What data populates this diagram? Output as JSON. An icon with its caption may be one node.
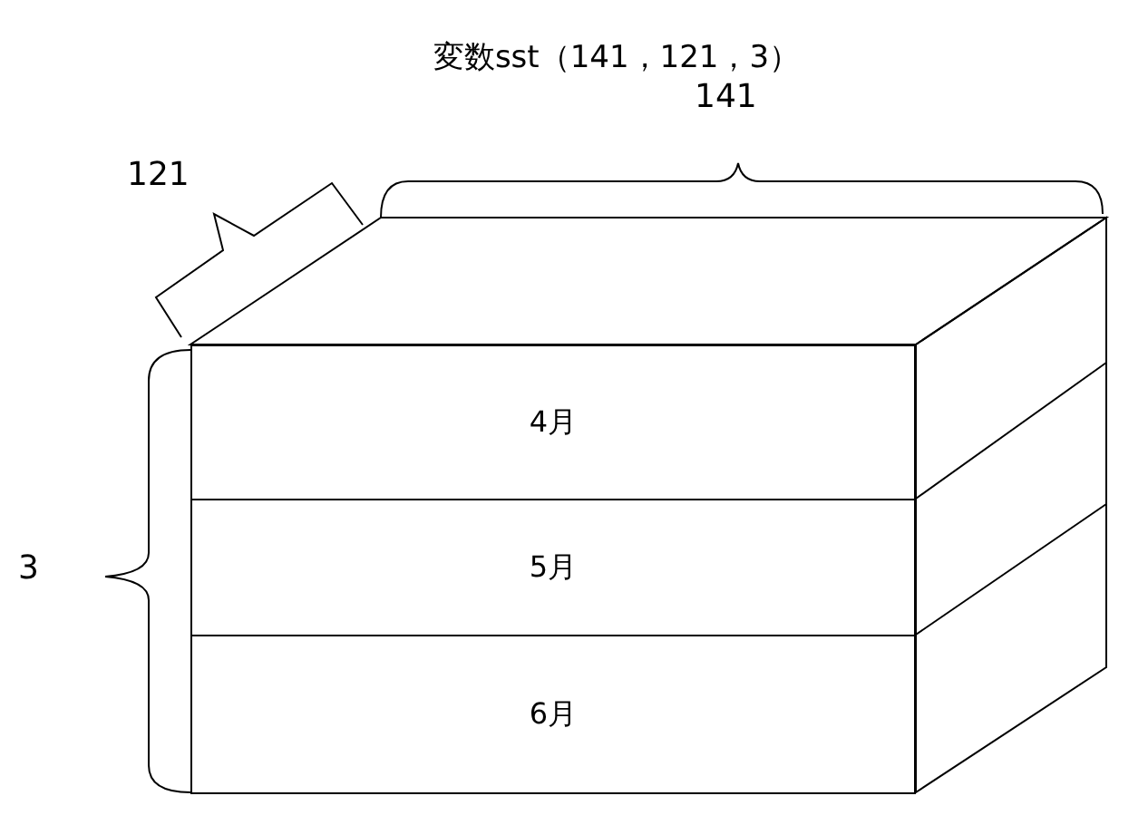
{
  "diagram": {
    "title": "変数sst（141，121，3）",
    "nodes": [
      {
        "text": [
          "4月"
        ]
      },
      {
        "text": [
          "5月"
        ]
      },
      {
        "text": [
          "6月"
        ]
      }
    ],
    "labels": [
      "141",
      "121",
      "3"
    ]
  }
}
